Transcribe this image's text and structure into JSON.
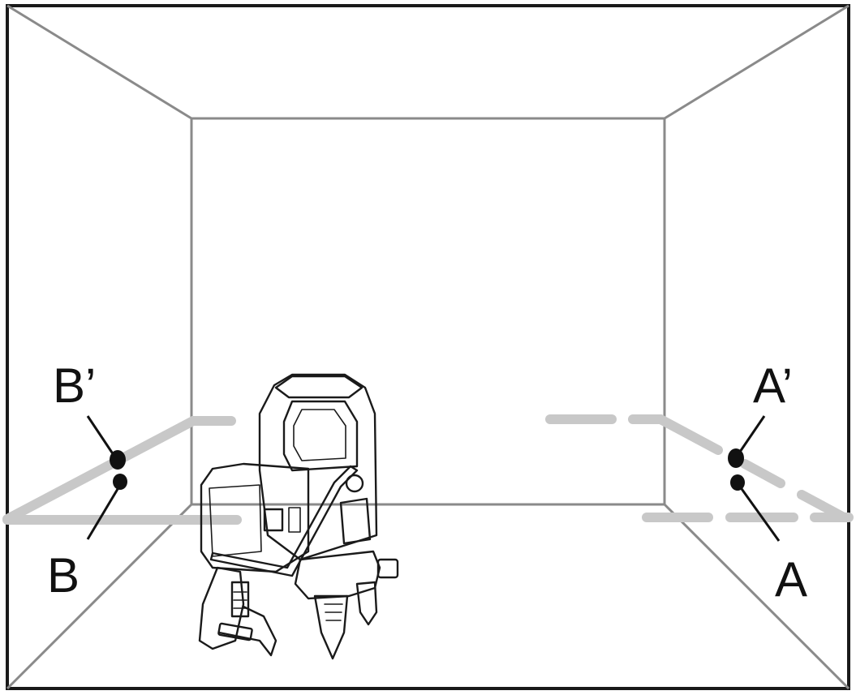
{
  "labels": {
    "b_prime": "B’",
    "b": "B",
    "a_prime": "A’",
    "a": "A"
  },
  "colors": {
    "frame": "#1a1a1a",
    "room_edges": "#8a8a8a",
    "laser_lines": "#c8c8c8",
    "marks": "#111111",
    "device_outline": "#1a1a1a"
  }
}
